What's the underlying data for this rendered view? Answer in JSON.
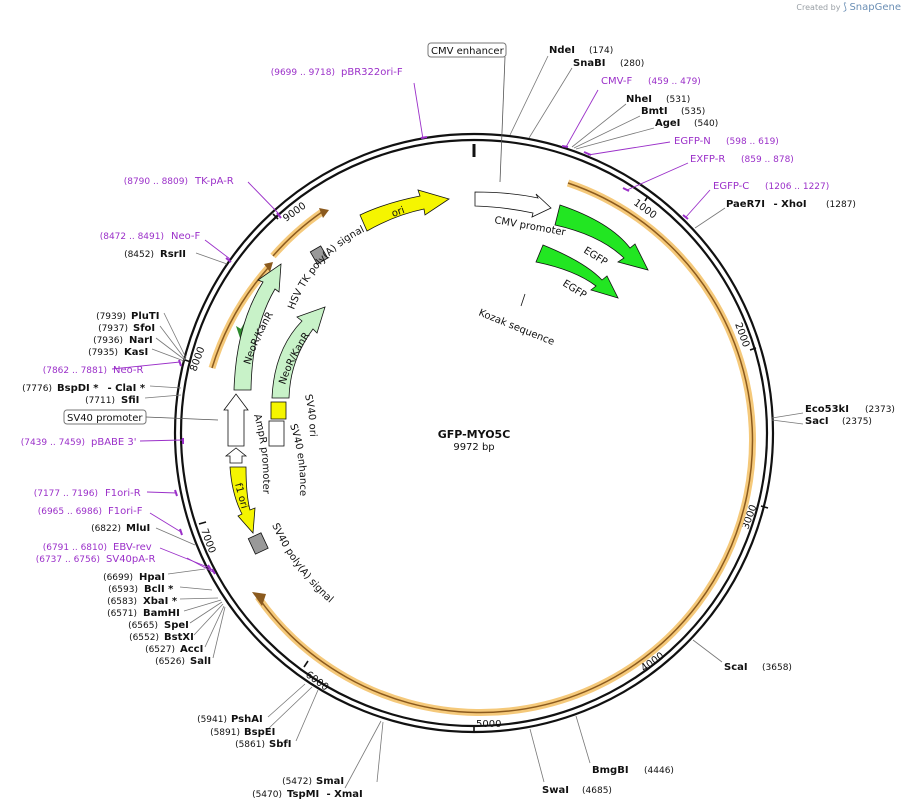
{
  "credit": {
    "created_by": "Created by",
    "brand": "SnapGene"
  },
  "plasmid": {
    "name": "GFP-MYO5C",
    "size_label": "9972 bp"
  },
  "ruler": [
    "1000",
    "2000",
    "3000",
    "4000",
    "5000",
    "6000",
    "7000",
    "8000",
    "9000"
  ],
  "features": {
    "cmv_enhancer": "CMV enhancer",
    "cmv_promoter": "CMV promoter",
    "egfp1": "EGFP",
    "egfp2": "EGFP",
    "kozak": "Kozak sequence",
    "ori": "ori",
    "hsv": "HSV TK poly(A) signal",
    "neor1": "NeoR/KanR",
    "neor2": "NeoR/KanR",
    "sv40_ori": "SV40 ori",
    "sv40_enh": "SV40 enhancer",
    "ampr_prom": "AmpR promoter",
    "f1ori": "f1 ori",
    "sv40_polya": "SV40 poly(A) signal",
    "sv40_promoter": "SV40 promoter"
  },
  "sites": {
    "ndei": {
      "name": "NdeI",
      "pos": "(174)"
    },
    "snabi": {
      "name": "SnaBI",
      "pos": "(280)"
    },
    "nhei": {
      "name": "NheI",
      "pos": "(531)"
    },
    "bmti": {
      "name": "BmtI",
      "pos": "(535)"
    },
    "agei": {
      "name": "AgeI",
      "pos": "(540)"
    },
    "paer7i": {
      "name": "PaeR7I",
      "pos": "(1287)"
    },
    "xhoi": {
      "name": " - XhoI"
    },
    "eco53ki": {
      "name": "Eco53kI",
      "pos": "(2373)"
    },
    "saci": {
      "name": "SacI",
      "pos": "(2375)"
    },
    "scai": {
      "name": "ScaI",
      "pos": "(3658)"
    },
    "bmgbi": {
      "name": "BmgBI",
      "pos": "(4446)"
    },
    "swai": {
      "name": "SwaI",
      "pos": "(4685)"
    },
    "smai": {
      "name": "SmaI",
      "pos": "(5472)"
    },
    "tspmi": {
      "name": "TspMI",
      "pos": "(5470)"
    },
    "xmai": {
      "name": " - XmaI"
    },
    "pshai": {
      "name": "PshAI",
      "pos": "(5941)"
    },
    "bspei": {
      "name": "BspEI",
      "pos": "(5891)"
    },
    "sbfi": {
      "name": "SbfI",
      "pos": "(5861)"
    },
    "hpai": {
      "name": "HpaI",
      "pos": "(6699)"
    },
    "bcli": {
      "name": "BclI *",
      "pos": "(6593)"
    },
    "xbai": {
      "name": "XbaI *",
      "pos": "(6583)"
    },
    "bamhi": {
      "name": "BamHI",
      "pos": "(6571)"
    },
    "spei": {
      "name": "SpeI",
      "pos": "(6565)"
    },
    "bstxi": {
      "name": "BstXI",
      "pos": "(6552)"
    },
    "acci": {
      "name": "AccI",
      "pos": "(6527)"
    },
    "sali": {
      "name": "SalI",
      "pos": "(6526)"
    },
    "mlui": {
      "name": "MluI",
      "pos": "(6822)"
    },
    "plutI": {
      "name": "PluTI",
      "pos": "(7939)"
    },
    "sfoi": {
      "name": "SfoI",
      "pos": "(7937)"
    },
    "nari": {
      "name": "NarI",
      "pos": "(7936)"
    },
    "kasi": {
      "name": "KasI",
      "pos": "(7935)"
    },
    "bspdi": {
      "name": "BspDI *",
      "pos": "(7776)"
    },
    "clai": {
      "name": " - ClaI *"
    },
    "sfii": {
      "name": "SfiI",
      "pos": "(7711)"
    },
    "rsrii": {
      "name": "RsrII",
      "pos": "(8452)"
    }
  },
  "primers": {
    "pbr322": {
      "name": "pBR322ori-F",
      "pos": "(9699 .. 9718)"
    },
    "cmvf": {
      "name": "CMV-F",
      "pos": "(459 .. 479)"
    },
    "egfpn": {
      "name": "EGFP-N",
      "pos": "(598 .. 619)"
    },
    "exfpr": {
      "name": "EXFP-R",
      "pos": "(859 .. 878)"
    },
    "egfpc": {
      "name": "EGFP-C",
      "pos": "(1206 .. 1227)"
    },
    "tkpar": {
      "name": "TK-pA-R",
      "pos": "(8790 .. 8809)"
    },
    "neof": {
      "name": "Neo-F",
      "pos": "(8472 .. 8491)"
    },
    "neor": {
      "name": "Neo-R",
      "pos": "(7862 .. 7881)"
    },
    "pbabe": {
      "name": "pBABE 3'",
      "pos": "(7439 .. 7459)"
    },
    "f1orir": {
      "name": "F1ori-R",
      "pos": "(7177 .. 7196)"
    },
    "f1orif": {
      "name": "F1ori-F",
      "pos": "(6965 .. 6986)"
    },
    "ebvrev": {
      "name": "EBV-rev",
      "pos": "(6791 .. 6810)"
    },
    "sv40par": {
      "name": "SV40pA-R",
      "pos": "(6737 .. 6756)"
    }
  },
  "colors": {
    "egfp": "#22e622",
    "ori": "#f5f500",
    "neor": "#c8f2c8",
    "gray_feature": "#999999",
    "orf_orange": "#f5c97a",
    "orf_brown": "#8b5a1e",
    "primer": "#9b30c9"
  }
}
